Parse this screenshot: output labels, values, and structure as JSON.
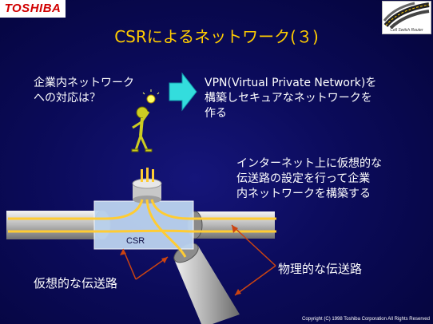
{
  "header": {
    "brand": "TOSHIBA",
    "logo_caption": "Cell Switch Router"
  },
  "title": "CSRによるネットワーク(３)",
  "question": "企業内ネットワーク\nへの対応は？",
  "answer": "VPN(Virtual Private Network)を\n構築しセキュアなネットワークを\n作る",
  "description": "インターネット上に仮想的な\n伝送路の設定を行って企業\n内ネットワークを構築する",
  "diagram": {
    "router_label": "CSR",
    "virtual_path_label": "仮想的な伝送路",
    "physical_path_label": "物理的な伝送路"
  },
  "footer": {
    "copyright": "Copyright (C) 1998 Toshiba Corporation All Rights Reserved"
  },
  "colors": {
    "title": "#ffcc00",
    "arrow": "#33dddd",
    "virtual_path": "#ffcc33",
    "physical_pointer": "#cc4411",
    "router_box": "#bcd4f0"
  }
}
